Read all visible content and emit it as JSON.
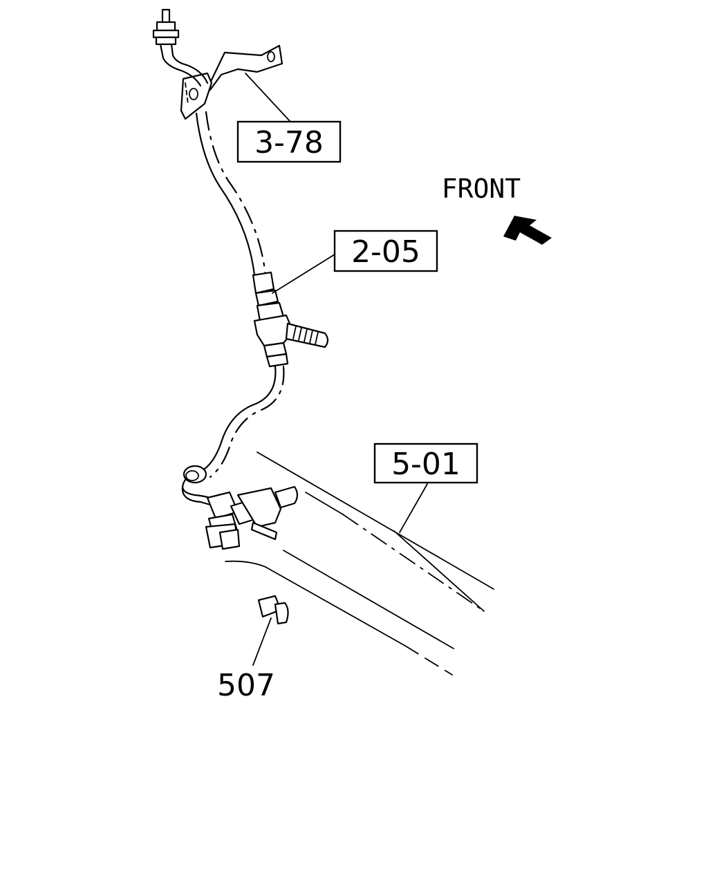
{
  "direction_label": "FRONT",
  "callouts": {
    "ref_3_78": "3-78",
    "ref_2_05": "2-05",
    "ref_5_01": "5-01",
    "part_507": "507"
  },
  "line_color": "#000000",
  "background_color": "#ffffff",
  "icons": {
    "direction_arrow": "front-arrow-icon"
  }
}
